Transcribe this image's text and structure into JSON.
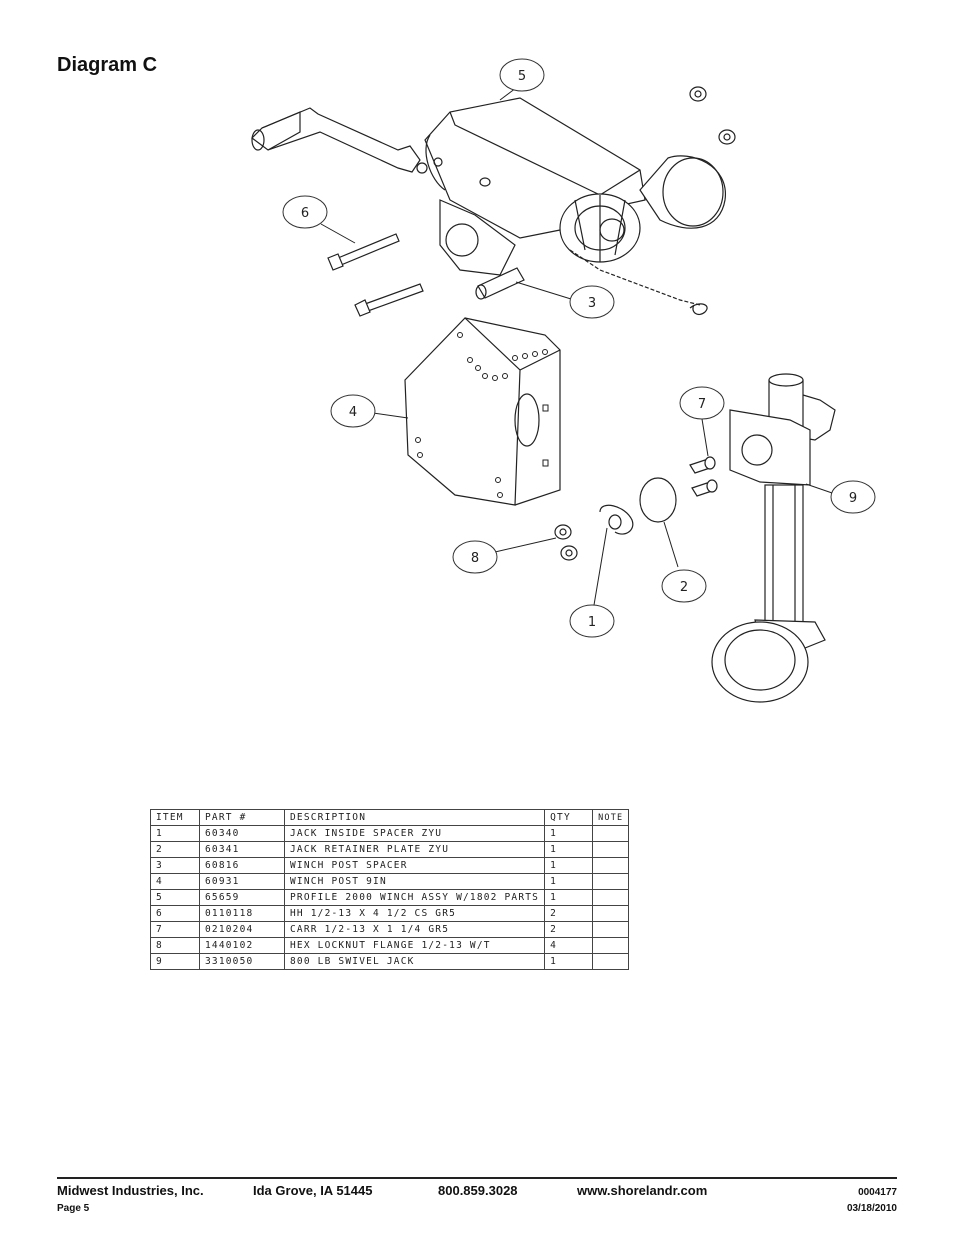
{
  "page_title": "Diagram C",
  "callouts": [
    "1",
    "2",
    "3",
    "4",
    "5",
    "6",
    "7",
    "8",
    "9"
  ],
  "table": {
    "headers": [
      "ITEM",
      "PART #",
      "DESCRIPTION",
      "QTY",
      "NOTE"
    ],
    "rows": [
      [
        "1",
        "60340",
        "JACK INSIDE SPACER ZYU",
        "1",
        ""
      ],
      [
        "2",
        "60341",
        "JACK RETAINER PLATE ZYU",
        "1",
        ""
      ],
      [
        "3",
        "60816",
        "WINCH POST SPACER",
        "1",
        ""
      ],
      [
        "4",
        "60931",
        "WINCH POST 9IN",
        "1",
        ""
      ],
      [
        "5",
        "65659",
        "PROFILE 2000 WINCH ASSY W/1802 PARTS",
        "1",
        ""
      ],
      [
        "6",
        "0110118",
        "HH 1/2-13 X 4 1/2 CS GR5",
        "2",
        ""
      ],
      [
        "7",
        "0210204",
        "CARR 1/2-13 X 1 1/4 GR5",
        "2",
        ""
      ],
      [
        "8",
        "1440102",
        "HEX LOCKNUT FLANGE 1/2-13 W/T",
        "4",
        ""
      ],
      [
        "9",
        "3310050",
        "800 LB SWIVEL JACK",
        "1",
        ""
      ]
    ]
  },
  "footer": {
    "company": "Midwest Industries, Inc.",
    "location": "Ida Grove, IA  51445",
    "phone": "800.859.3028",
    "website": "www.shorelandr.com",
    "doc_number": "0004177",
    "page": "Page 5",
    "date": "03/18/2010"
  }
}
